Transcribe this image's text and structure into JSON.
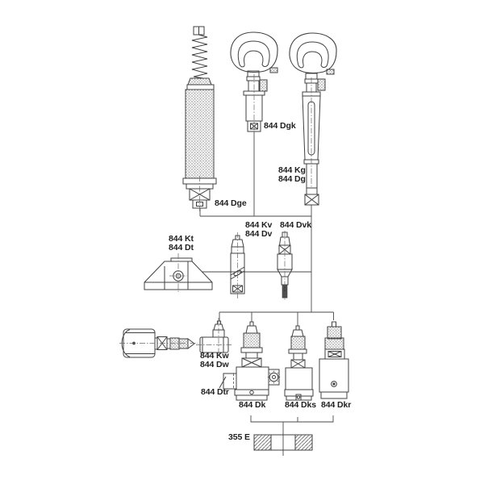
{
  "diagram": {
    "kind": "parts-compatibility-line-drawing",
    "labels": {
      "dgk": "844 Dgk",
      "kg": "844 Kg",
      "dg": "844 Dg",
      "dge": "844 Dge",
      "kv": "844 Kv",
      "dv": "844 Dv",
      "dvk": "844 Dvk",
      "kt": "844 Kt",
      "dt": "844 Dt",
      "kw": "844 Kw",
      "dw": "844 Dw",
      "dtr": "844 Dtr",
      "dk": "844 Dk",
      "dks": "844 Dks",
      "dkr": "844 Dkr",
      "block": "355 E"
    },
    "colors": {
      "line": "#404040",
      "centerline": "#6a6a6a",
      "knurl": "#8a8a8a",
      "text": "#1f1f1f",
      "background": "#ffffff"
    }
  }
}
